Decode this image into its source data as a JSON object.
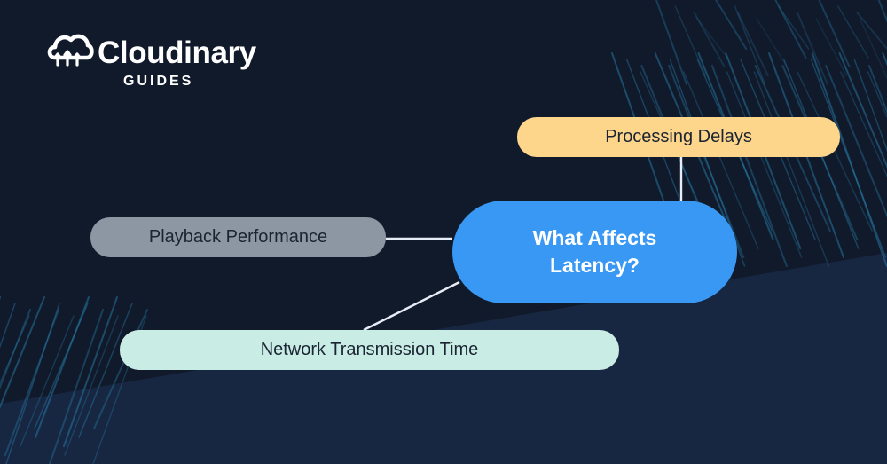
{
  "brand": {
    "name": "Cloudinary",
    "subtitle": "GUIDES",
    "icon": "cloud-logo-icon",
    "color": "#ffffff"
  },
  "colors": {
    "background": "#111a2b",
    "lower_band": "#172742",
    "accent_stripes": "#2b8fc0",
    "connector": "#e7edf5"
  },
  "diagram": {
    "center": {
      "label": "What Affects Latency?",
      "color": "#3998f3"
    },
    "nodes": [
      {
        "id": "processing-delays",
        "label": "Processing Delays",
        "color": "#fdd58b"
      },
      {
        "id": "playback-performance",
        "label": "Playback Performance",
        "color": "#8c97a3"
      },
      {
        "id": "network-transmission-time",
        "label": "Network Transmission Time",
        "color": "#c9ede5"
      }
    ]
  }
}
